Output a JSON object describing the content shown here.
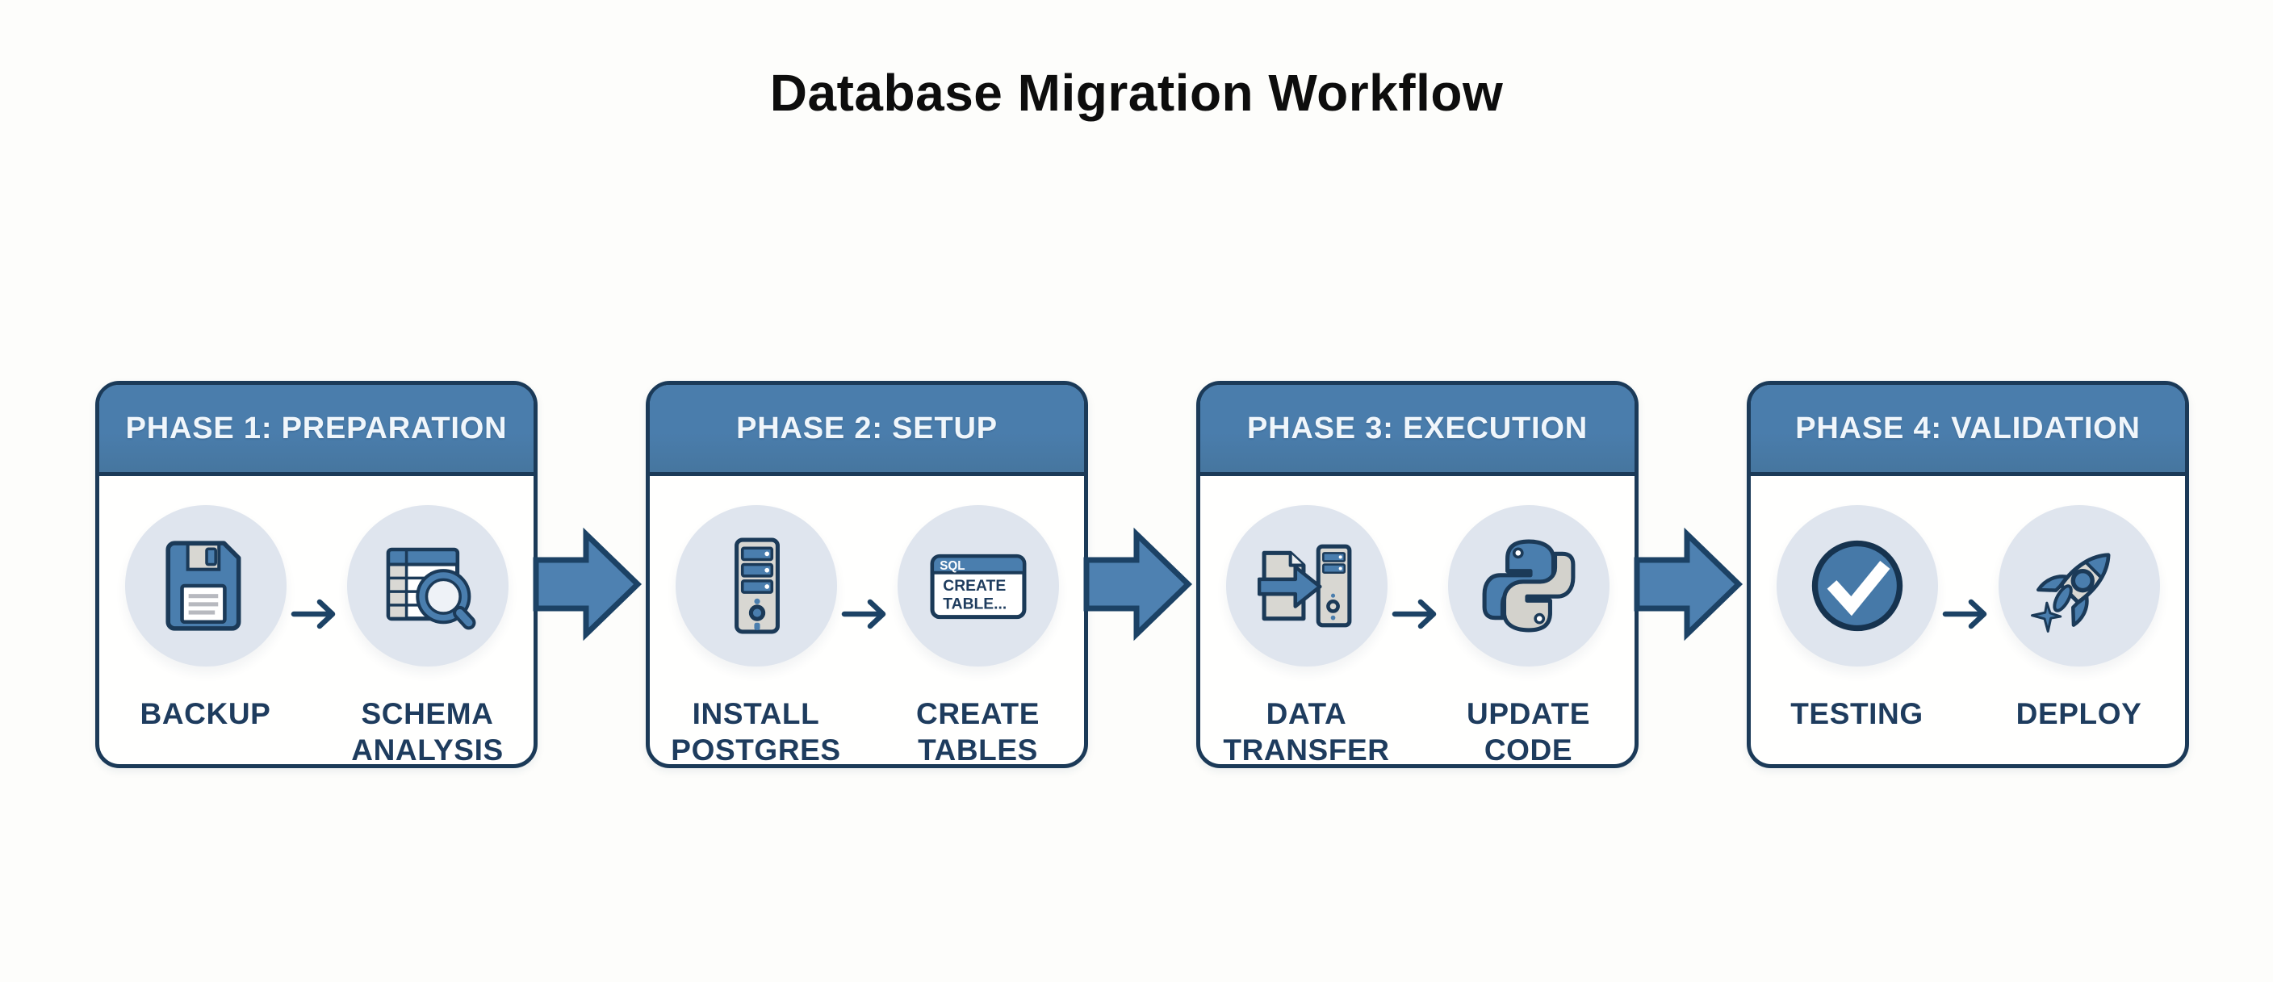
{
  "title": "Database Migration Workflow",
  "colors": {
    "page_background": "#fdfdfb",
    "box_border_navy": "#1b3a58",
    "header_blue": "#4a7dac",
    "header_text": "#f0f6fb",
    "icon_circle_background": "#dfe5ee",
    "label_navy": "#1e3c5e",
    "arrow_blue_fill": "#4e81b1",
    "arrow_outline_navy": "#1c4265",
    "icon_blue": "#4a7eae",
    "icon_gray": "#d8d7d2"
  },
  "phases": [
    {
      "header": "PHASE 1: PREPARATION",
      "steps": [
        {
          "label": "BACKUP",
          "icon": "floppy-disk"
        },
        {
          "label": "SCHEMA\nANALYSIS",
          "icon": "table-search"
        }
      ]
    },
    {
      "header": "PHASE 2: SETUP",
      "steps": [
        {
          "label": "INSTALL\nPOSTGRES",
          "icon": "server-tower"
        },
        {
          "label": "CREATE\nTABLES",
          "icon": "sql-window"
        }
      ]
    },
    {
      "header": "PHASE 3: EXECUTION",
      "steps": [
        {
          "label": "DATA\nTRANSFER",
          "icon": "file-transfer"
        },
        {
          "label": "UPDATE\nCODE",
          "icon": "python-logo"
        }
      ]
    },
    {
      "header": "PHASE 4: VALIDATION",
      "steps": [
        {
          "label": "TESTING",
          "icon": "check-circle"
        },
        {
          "label": "DEPLOY",
          "icon": "rocket"
        }
      ]
    }
  ],
  "sql_window": {
    "titlebar": "SQL",
    "body_line1": "CREATE",
    "body_line2": "TABLE..."
  }
}
